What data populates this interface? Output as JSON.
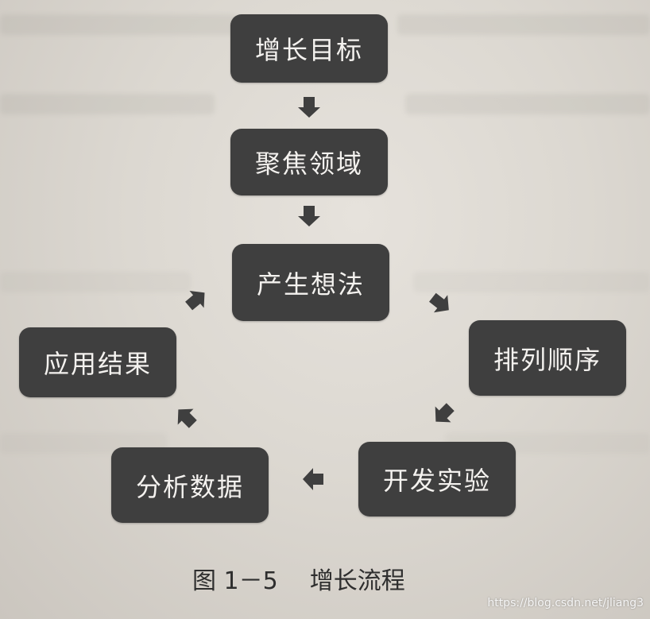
{
  "nodes": {
    "growth_goal": "增长目标",
    "focus_area": "聚焦领域",
    "generate_ideas": "产生想法",
    "prioritize": "排列顺序",
    "apply_results": "应用结果",
    "run_experiments": "开发实验",
    "analyze_data": "分析数据"
  },
  "edges": [
    {
      "from": "增长目标",
      "to": "聚焦领域"
    },
    {
      "from": "聚焦领域",
      "to": "产生想法"
    },
    {
      "from": "产生想法",
      "to": "排列顺序"
    },
    {
      "from": "排列顺序",
      "to": "开发实验"
    },
    {
      "from": "开发实验",
      "to": "分析数据"
    },
    {
      "from": "分析数据",
      "to": "应用结果"
    },
    {
      "from": "应用结果",
      "to": "产生想法"
    }
  ],
  "caption": {
    "figure_number": "图 1－5",
    "title": "增长流程"
  },
  "watermark": "https://blog.csdn.net/jliang3",
  "colors": {
    "node_fill": "#3f3f3f",
    "node_text": "#f4f2ef",
    "arrow": "#3f3f3f",
    "paper": "#dcd8d1"
  }
}
